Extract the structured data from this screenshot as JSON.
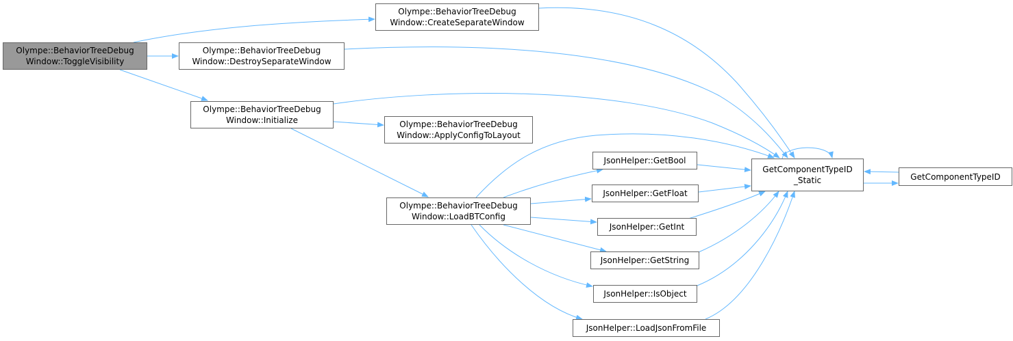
{
  "nodes": {
    "toggle": "Olympe::BehaviorTreeDebug\nWindow::ToggleVisibility",
    "create": "Olympe::BehaviorTreeDebug\nWindow::CreateSeparateWindow",
    "destroy": "Olympe::BehaviorTreeDebug\nWindow::DestroySeparateWindow",
    "initialize": "Olympe::BehaviorTreeDebug\nWindow::Initialize",
    "apply": "Olympe::BehaviorTreeDebug\nWindow::ApplyConfigToLayout",
    "loadbt": "Olympe::BehaviorTreeDebug\nWindow::LoadBTConfig",
    "getbool": "JsonHelper::GetBool",
    "getfloat": "JsonHelper::GetFloat",
    "getint": "JsonHelper::GetInt",
    "getstring": "JsonHelper::GetString",
    "isobject": "JsonHelper::IsObject",
    "loadjson": "JsonHelper::LoadJsonFromFile",
    "static": "GetComponentTypeID\n_Static",
    "gctid": "GetComponentTypeID"
  },
  "edges": [
    [
      "toggle",
      "create"
    ],
    [
      "toggle",
      "destroy"
    ],
    [
      "toggle",
      "initialize"
    ],
    [
      "create",
      "static"
    ],
    [
      "destroy",
      "static"
    ],
    [
      "initialize",
      "static"
    ],
    [
      "initialize",
      "apply"
    ],
    [
      "initialize",
      "loadbt"
    ],
    [
      "loadbt",
      "static"
    ],
    [
      "loadbt",
      "getbool"
    ],
    [
      "loadbt",
      "getfloat"
    ],
    [
      "loadbt",
      "getint"
    ],
    [
      "loadbt",
      "getstring"
    ],
    [
      "loadbt",
      "isobject"
    ],
    [
      "loadbt",
      "loadjson"
    ],
    [
      "getbool",
      "static"
    ],
    [
      "getfloat",
      "static"
    ],
    [
      "getint",
      "static"
    ],
    [
      "getstring",
      "static"
    ],
    [
      "isobject",
      "static"
    ],
    [
      "loadjson",
      "static"
    ],
    [
      "static",
      "static"
    ],
    [
      "gctid",
      "static"
    ],
    [
      "static",
      "gctid"
    ]
  ],
  "colors": {
    "edge": "#63b8ff",
    "current_node": "#999999"
  }
}
